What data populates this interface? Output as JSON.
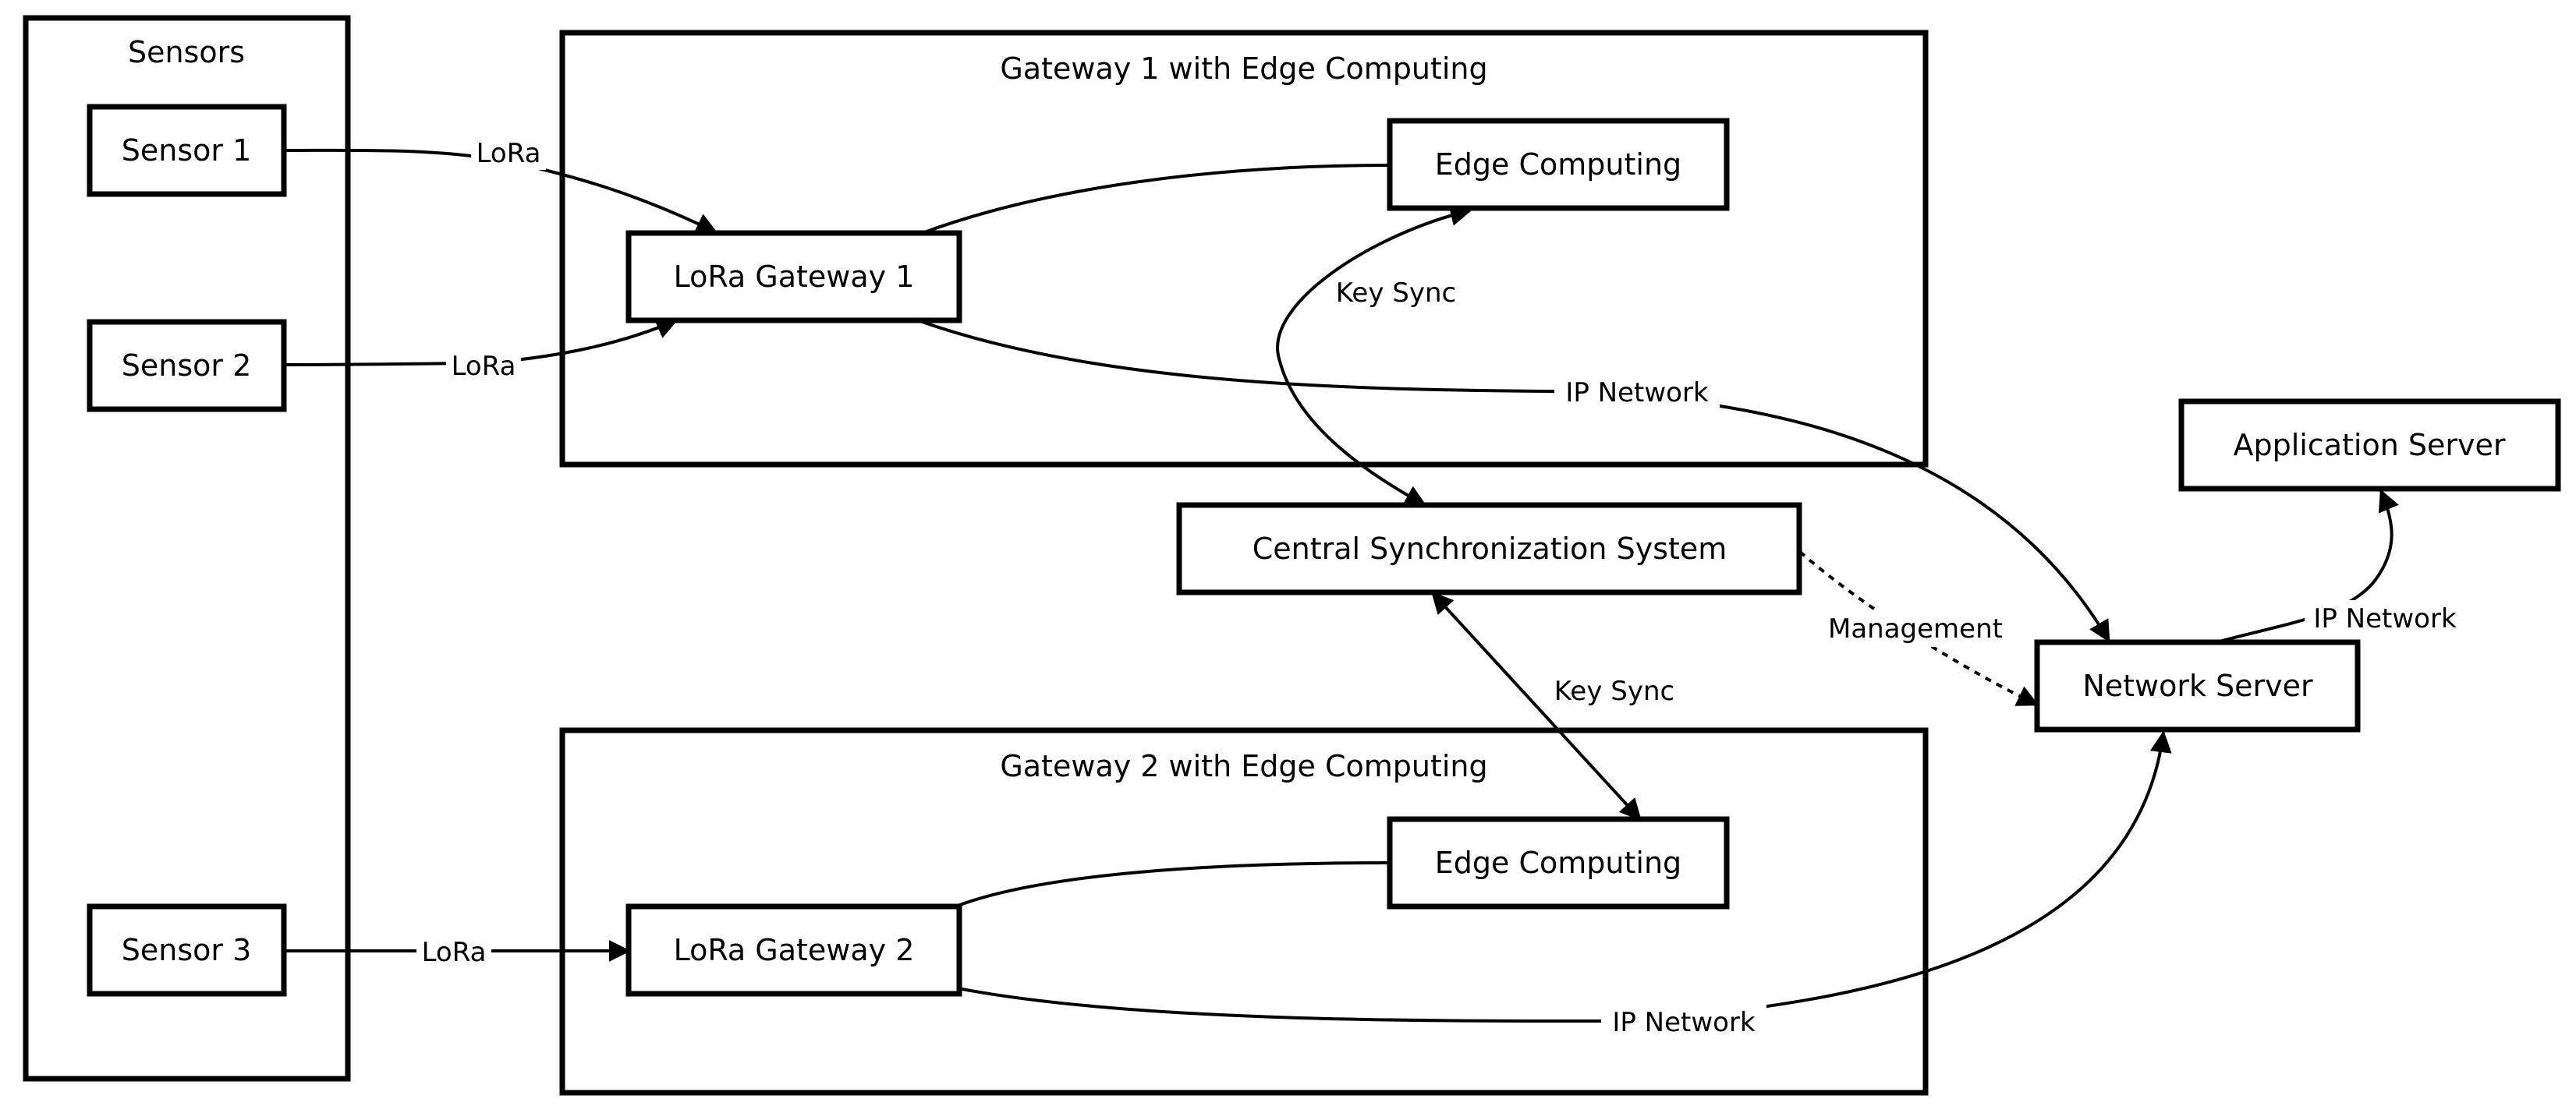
{
  "clusters": {
    "sensors": "Sensors",
    "gateway1": "Gateway 1 with Edge Computing",
    "gateway2": "Gateway 2 with Edge Computing"
  },
  "nodes": {
    "sensor1": "Sensor 1",
    "sensor2": "Sensor 2",
    "sensor3": "Sensor 3",
    "lora_gateway1": "LoRa Gateway 1",
    "lora_gateway2": "LoRa Gateway 2",
    "edge_computing1": "Edge Computing",
    "edge_computing2": "Edge Computing",
    "central_sync": "Central Synchronization System",
    "network_server": "Network Server",
    "application_server": "Application Server"
  },
  "edges": {
    "sensor1_gw1": "LoRa",
    "sensor2_gw1": "LoRa",
    "sensor3_gw2": "LoRa",
    "gw1_ns": "IP Network",
    "gw2_ns": "IP Network",
    "edge1_sync": "Key Sync",
    "sync_edge2": "Key Sync",
    "sync_ns": "Management",
    "ns_app": "IP Network"
  }
}
